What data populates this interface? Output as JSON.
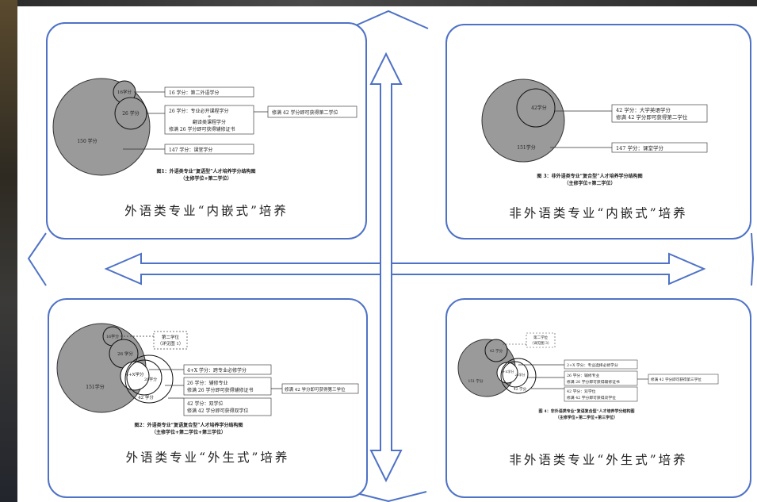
{
  "captions": {
    "tl": "外语类专业“内嵌式”培养",
    "tr": "非外语类专业“内嵌式”培养",
    "bl": "外语类专业“外生式”培养",
    "br": "非外语类专业“外生式”培养"
  },
  "fig1": {
    "big": "150 学分",
    "small": "16学分",
    "mid": "26 学分",
    "box1": "16 学分：第二外语学分",
    "box2a": "26 学分：专业必开课程学分",
    "box2b": "+",
    "box2c": "翻译类课程学分",
    "box2d": "修满 26 学分即可获得辅修证书",
    "box3": "147 学分：课堂学分",
    "right": "修满 42 学分即可获得第二学位",
    "title1": "图1：外语类专业“复语型”人才培养学分结构图",
    "title2": "（主修学位+第二学位）"
  },
  "fig3": {
    "mid": "42学分",
    "big": "151学分",
    "box1a": "42 学分：大学英语学分",
    "box1b": "修满 42 学分即可获得第二学位",
    "box2": "147 学分：课堂学分",
    "title1": "图 3：非外语类专业“复合型”人才培养学分结构图",
    "title2": "（主修学位+第二学位）"
  },
  "fig2": {
    "small": "16学分",
    "mid": "26 学分",
    "xcirc": "4+X学分",
    "c26": "26学分",
    "c42": "42 学分",
    "big": "151学分",
    "topbox1": "第二学位",
    "topbox2": "（详见图 1）",
    "box1": "4+X 学分：跨专业必修学分",
    "box2a": "26 学分：辅修专业",
    "box2b": "修满 26 学分即可获得辅修证书",
    "box3a": "42 学分：双学位",
    "box3b": "修满 42 学分即可获得双学位",
    "right": "修满 42 学分即可获得第三学位",
    "title1": "图2：外语类专业“复语复合型”人才培养学分结构图",
    "title2": "（主修学位+第二学位+第三学位）"
  },
  "fig4": {
    "mid": "42 学分",
    "xcirc": "2+X学分",
    "c26": "26学分",
    "c42": "42 学分",
    "big": "151 学分",
    "topbox1": "第二学位",
    "topbox2": "（详见图 3）",
    "box1": "2+X 学分：专业选择必修学分",
    "box2a": "26 学分：辅修专业",
    "box2b": "修满 26 学分即可获得辅修证书",
    "box3a": "42 学分：双学位",
    "box3b": "修满 42 学分即可获得双学位",
    "right": "修满 42 学分即可获得第三学位",
    "title1": "图 4：非外语类专业“复语复合型”人才培养学分结构图",
    "title2": "（主修学位+第二学位+第三学位）"
  }
}
